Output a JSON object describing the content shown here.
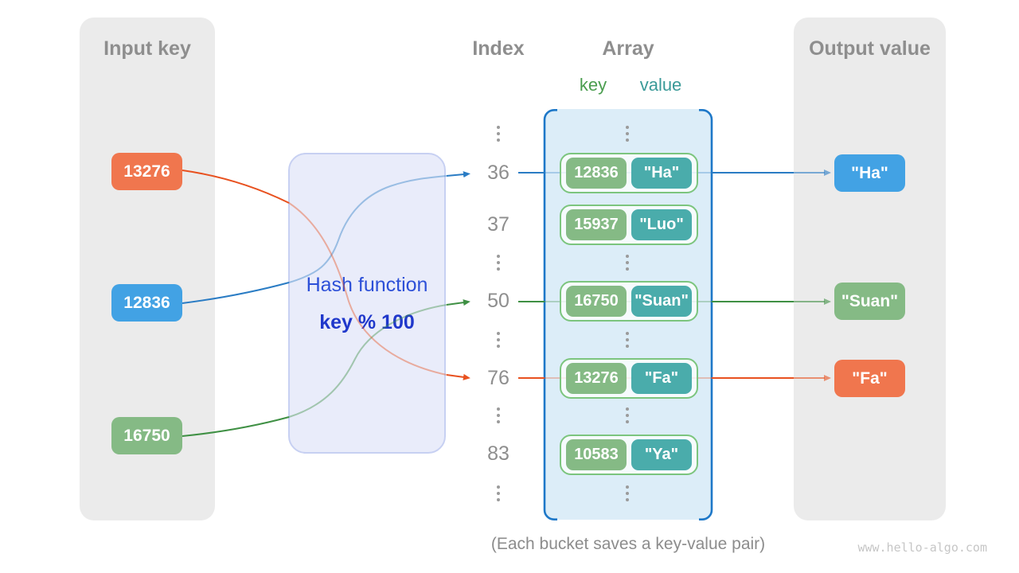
{
  "input_panel": {
    "title": "Input key",
    "keys": [
      {
        "label": "13276",
        "color": "#f0764e"
      },
      {
        "label": "12836",
        "color": "#42a2e4"
      },
      {
        "label": "16750",
        "color": "#85ba85"
      }
    ]
  },
  "hash_box": {
    "title": "Hash function",
    "formula": "key % 100"
  },
  "index_column": {
    "title": "Index",
    "ellipsis": "⋮",
    "values": [
      "36",
      "37",
      "50",
      "76",
      "83"
    ]
  },
  "array_panel": {
    "title": "Array",
    "key_header": "key",
    "value_header": "value",
    "pairs": [
      {
        "key": "12836",
        "value": "\"Ha\""
      },
      {
        "key": "15937",
        "value": "\"Luo\""
      },
      {
        "key": "16750",
        "value": "\"Suan\""
      },
      {
        "key": "13276",
        "value": "\"Fa\""
      },
      {
        "key": "10583",
        "value": "\"Ya\""
      }
    ]
  },
  "output_panel": {
    "title": "Output value",
    "values": [
      {
        "label": "\"Ha\"",
        "color": "#42a2e4"
      },
      {
        "label": "\"Suan\"",
        "color": "#85ba85"
      },
      {
        "label": "\"Fa\"",
        "color": "#f0764e"
      }
    ]
  },
  "caption": "(Each bucket saves a key-value pair)",
  "watermark": "www.hello-algo.com",
  "colors": {
    "panel_gray": "#ebebeb",
    "array_fill": "#dcedf8",
    "array_bracket": "#1e78c8",
    "hash_fill": "#e9ecfa",
    "key_green": "#85ba85",
    "value_teal": "#4aacab",
    "pair_border": "#7cc57e",
    "arrow_blue": "#2a7cc4",
    "arrow_green": "#3f9044",
    "arrow_orange": "#e8511f",
    "header_green": "#4a9d4e",
    "header_teal": "#3a9a98"
  }
}
